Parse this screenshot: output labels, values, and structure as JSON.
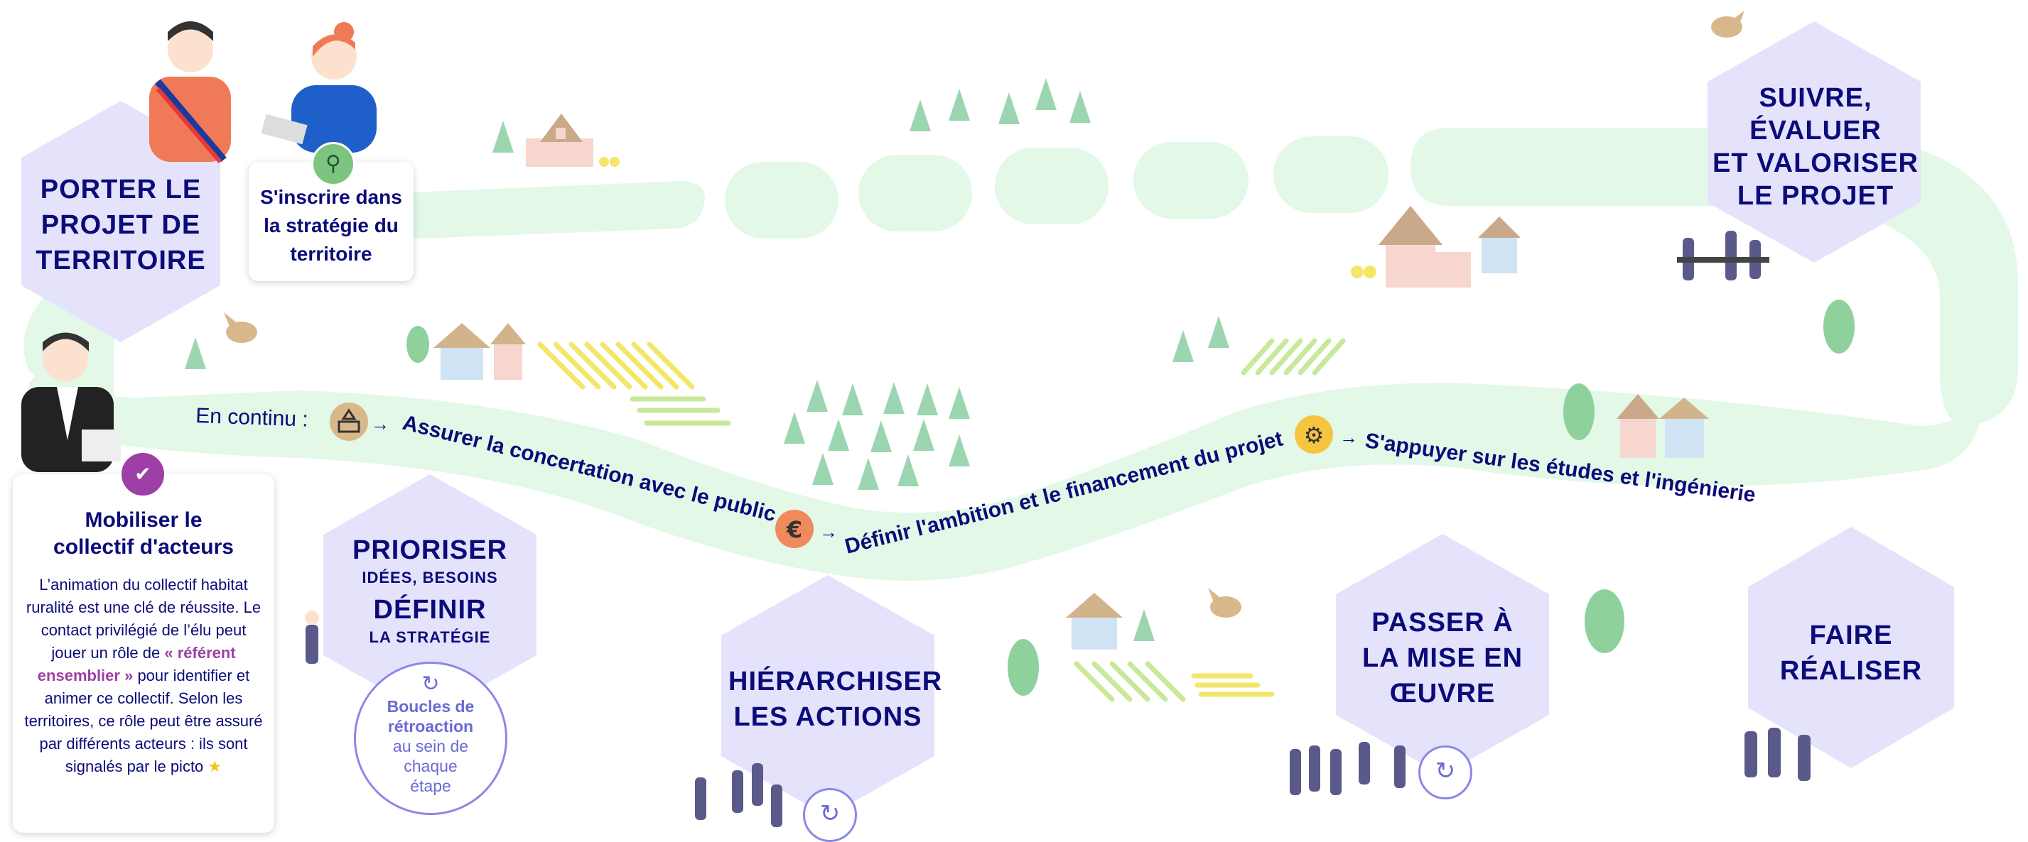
{
  "steps": {
    "porter": "PORTER LE\nPROJET DE\nTERRITOIRE",
    "prioriser_title": "PRIORISER",
    "prioriser_sub": "IDÉES, BESOINS",
    "definir_title": "DÉFINIR",
    "definir_sub": "LA STRATÉGIE",
    "hierarchiser": "HIÉRARCHISER\nLES ACTIONS",
    "passer": "PASSER À\nLA MISE EN\nŒUVRE",
    "faire": "FAIRE\nRÉALISER",
    "suivre": "SUIVRE,\nÉVALUER\nET VALORISER\nLE PROJET"
  },
  "cards": {
    "inscrire": "S'inscrire dans\nla stratégie du\nterritoire",
    "mobiliser_title": "Mobiliser le\ncollectif d'acteurs",
    "mobiliser_body_1": "L’animation du collectif habitat ruralité est une clé de réussite. Le contact privilégié de l’élu peut jouer un rôle de",
    "mobiliser_accent": "« référent ensemblier »",
    "mobiliser_body_2": "pour identifier et animer ce collectif. Selon les territoires, ce rôle peut être assuré par différents acteurs : ils sont signalés par le picto"
  },
  "feedback": {
    "bold": "Boucles de\nrétroaction",
    "rest": "au sein de\nchaque\nétape"
  },
  "path": {
    "continu": "En continu :",
    "concertation": "Assurer la concertation avec le public",
    "ambition": "Définir l'ambition et le financement du projet",
    "etudes": "S'appuyer sur les études et l'ingénierie"
  },
  "icons": [
    "ballot-icon",
    "euro-icon",
    "gear-icon",
    "location-pin-icon",
    "user-check-icon",
    "loop-arrow-icon",
    "star-icon"
  ],
  "colors": {
    "navy": "#0b0b7a",
    "hexagon": "#e4e3fb",
    "road": "#e3f8e7",
    "purple_accent": "#9c3fa6",
    "gold_star": "#f0c419",
    "euro_orange": "#f08a5d",
    "gear_yellow": "#f5c542",
    "pin_green": "#7cc47f"
  }
}
